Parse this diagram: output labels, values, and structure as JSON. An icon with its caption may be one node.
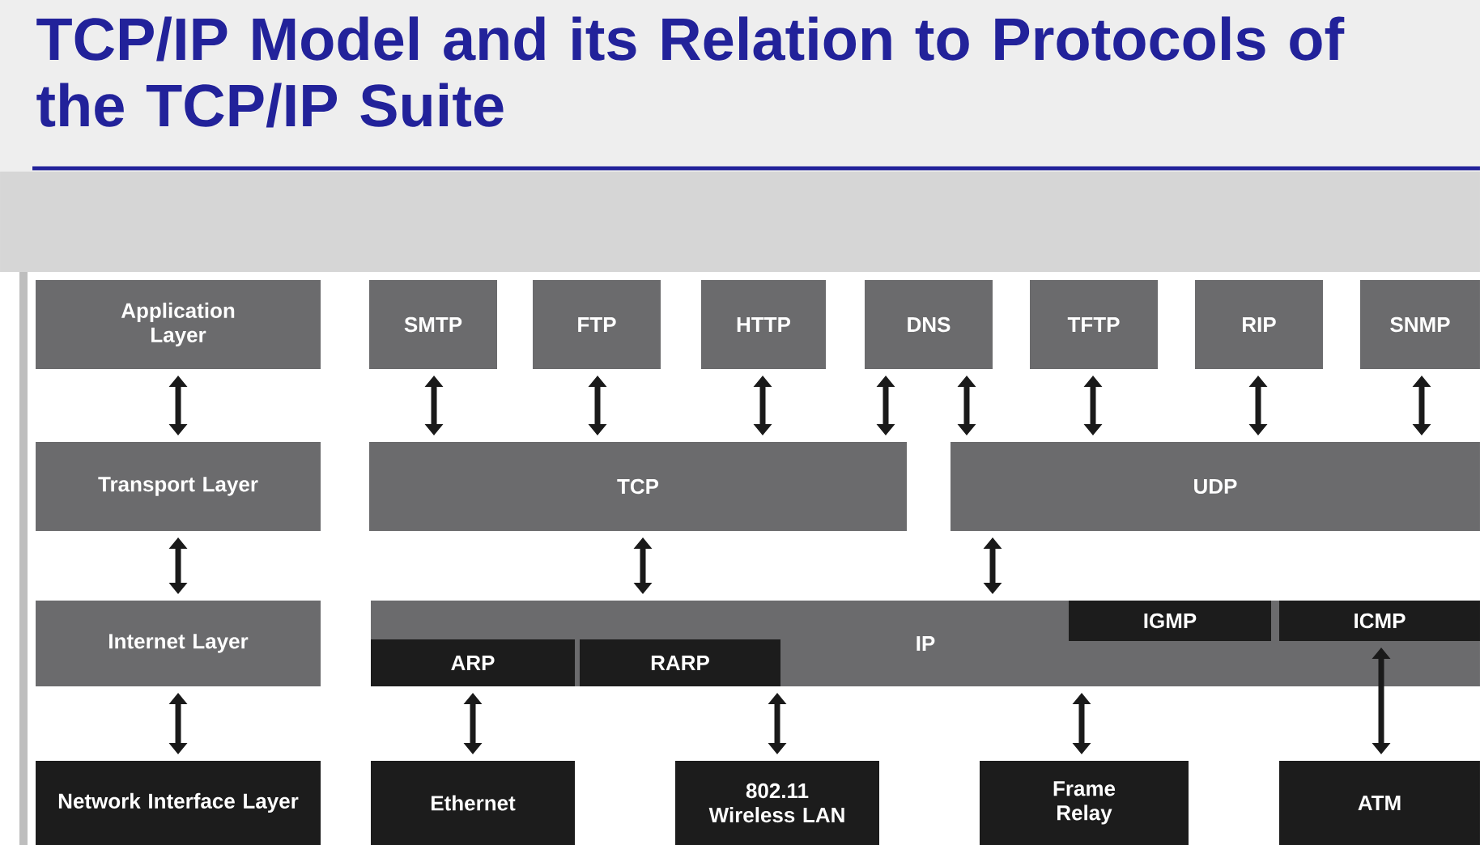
{
  "diagram": {
    "title": "TCP/IP Model and its Relation to Protocols of the TCP/IP Suite",
    "nodes": [
      {
        "text": [
          "Application Layer"
        ]
      },
      {
        "text": [
          "SMTP"
        ]
      },
      {
        "text": [
          "FTP"
        ]
      },
      {
        "text": [
          "HTTP"
        ]
      },
      {
        "text": [
          "DNS"
        ]
      },
      {
        "text": [
          "TFTP"
        ]
      },
      {
        "text": [
          "RIP"
        ]
      },
      {
        "text": [
          "SNMP"
        ]
      },
      {
        "text": [
          "Transport Layer"
        ]
      },
      {
        "text": [
          "TCP"
        ]
      },
      {
        "text": [
          "UDP"
        ]
      },
      {
        "text": [
          "Internet Layer"
        ]
      },
      {
        "text": [
          "IP"
        ]
      },
      {
        "text": [
          "ARP"
        ],
        "in": 12
      },
      {
        "text": [
          "RARP"
        ],
        "in": 12
      },
      {
        "text": [
          "IGMP"
        ],
        "in": 12
      },
      {
        "text": [
          "ICMP"
        ],
        "in": 12
      },
      {
        "text": [
          "Network Interface Layer"
        ]
      },
      {
        "text": [
          "Ethernet"
        ]
      },
      {
        "text": [
          "802.11 Wireless LAN"
        ]
      },
      {
        "text": [
          "Frame Relay"
        ]
      },
      {
        "text": [
          "ATM"
        ]
      }
    ],
    "edges": [
      {
        "from": 0,
        "to": 8,
        "arrow": "both"
      },
      {
        "from": 8,
        "to": 11,
        "arrow": "both"
      },
      {
        "from": 11,
        "to": 17,
        "arrow": "both"
      },
      {
        "from": 1,
        "to": 9,
        "arrow": "both"
      },
      {
        "from": 2,
        "to": 9,
        "arrow": "both"
      },
      {
        "from": 3,
        "to": 9,
        "arrow": "both"
      },
      {
        "from": 4,
        "to": 9,
        "arrow": "both"
      },
      {
        "from": 4,
        "to": 10,
        "arrow": "both"
      },
      {
        "from": 5,
        "to": 10,
        "arrow": "both"
      },
      {
        "from": 6,
        "to": 10,
        "arrow": "both"
      },
      {
        "from": 7,
        "to": 10,
        "arrow": "both"
      },
      {
        "from": 9,
        "to": 12,
        "arrow": "both"
      },
      {
        "from": 10,
        "to": 12,
        "arrow": "both"
      },
      {
        "from": 13,
        "to": 18,
        "arrow": "both"
      },
      {
        "from": 14,
        "to": 19,
        "arrow": "both"
      },
      {
        "from": 12,
        "to": 20,
        "arrow": "both"
      },
      {
        "from": 16,
        "to": 21,
        "arrow": "both"
      }
    ]
  }
}
